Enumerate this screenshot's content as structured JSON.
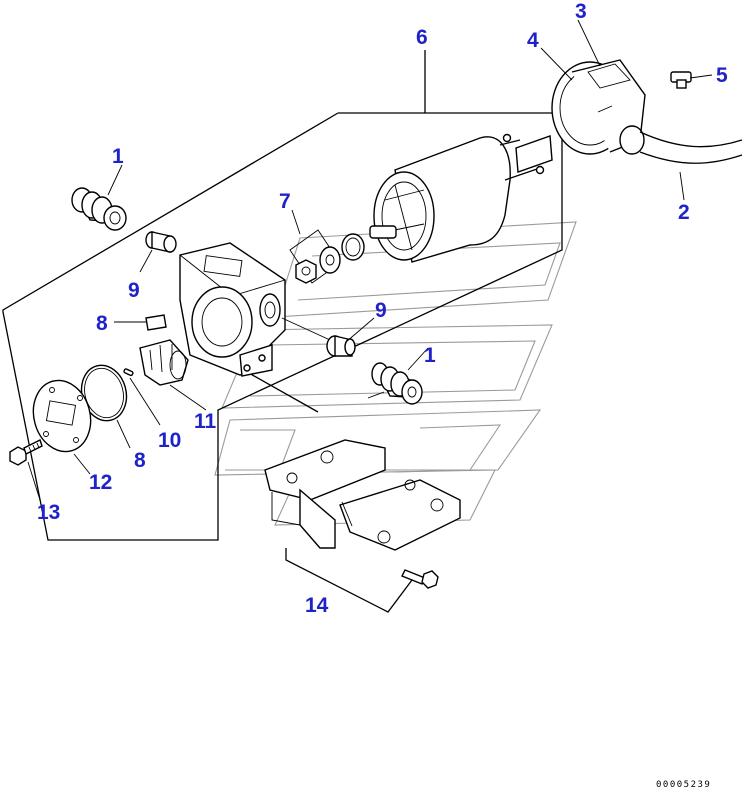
{
  "diagram": {
    "callouts": [
      {
        "id": "c1a",
        "label": "1"
      },
      {
        "id": "c1b",
        "label": "1"
      },
      {
        "id": "c2",
        "label": "2"
      },
      {
        "id": "c3",
        "label": "3"
      },
      {
        "id": "c4",
        "label": "4"
      },
      {
        "id": "c5",
        "label": "5"
      },
      {
        "id": "c6",
        "label": "6"
      },
      {
        "id": "c7",
        "label": "7"
      },
      {
        "id": "c8a",
        "label": "8"
      },
      {
        "id": "c8b",
        "label": "8"
      },
      {
        "id": "c9a",
        "label": "9"
      },
      {
        "id": "c9b",
        "label": "9"
      },
      {
        "id": "c10",
        "label": "10"
      },
      {
        "id": "c11",
        "label": "11"
      },
      {
        "id": "c12",
        "label": "12"
      },
      {
        "id": "c13",
        "label": "13"
      },
      {
        "id": "c14",
        "label": "14"
      }
    ],
    "reference_code": "00005239",
    "colors": {
      "callout": "#1f22c8",
      "line": "#000000",
      "watermark": "#9a9a9a",
      "background": "#ffffff"
    }
  }
}
